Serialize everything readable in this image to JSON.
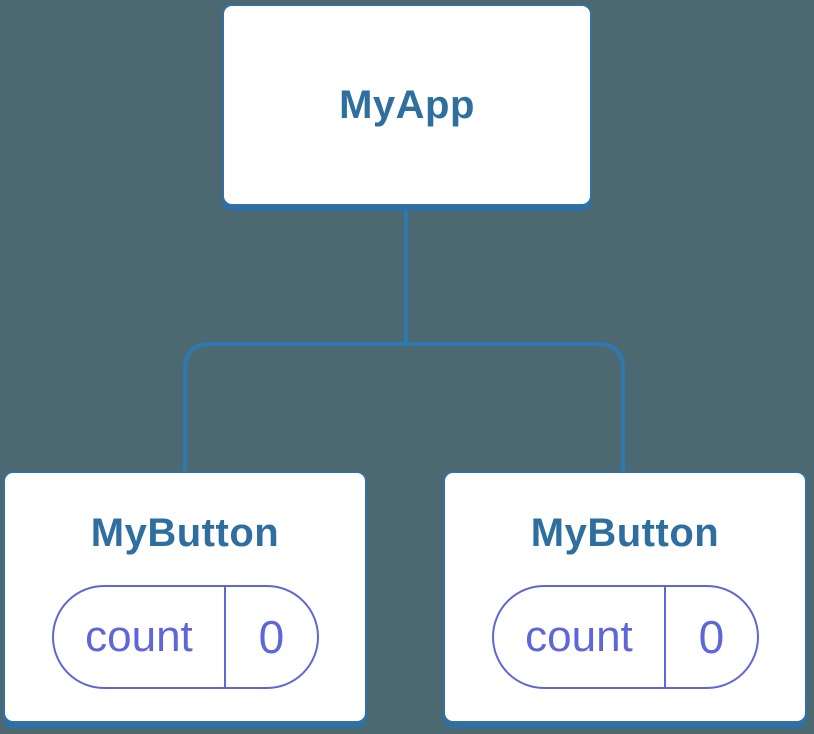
{
  "diagram": {
    "description": "React component tree diagram",
    "background_color": "#4C6971",
    "colors": {
      "node_background": "#FFFFFF",
      "node_border": "#3470A0",
      "node_bottom_shadow": "#2D70A6",
      "connector_line": "#2E7AB0",
      "node_title_text": "#2F6F9F",
      "state_pill": "#5F66D8"
    },
    "tree": {
      "root": {
        "label": "MyApp"
      },
      "children": [
        {
          "label": "MyButton",
          "state": {
            "key": "count",
            "value": "0"
          }
        },
        {
          "label": "MyButton",
          "state": {
            "key": "count",
            "value": "0"
          }
        }
      ]
    }
  }
}
